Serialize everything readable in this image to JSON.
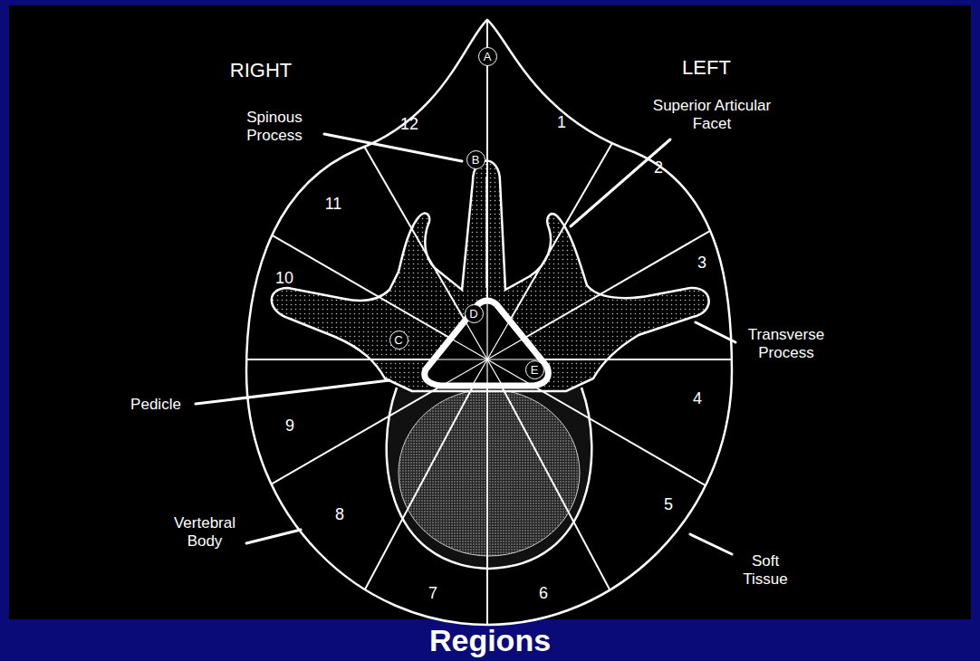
{
  "diagram": {
    "caption": "Regions",
    "nodes": [
      {
        "text": [
          "A"
        ]
      },
      {
        "text": [
          "B"
        ]
      },
      {
        "text": [
          "D"
        ]
      },
      {
        "text": [
          "C"
        ]
      },
      {
        "text": [
          "E"
        ]
      }
    ],
    "labels": [
      "RIGHT",
      "LEFT",
      "Spinous Process",
      "Superior Articular Facet",
      "Transverse Process",
      "Pedicle",
      "Vertebral Body",
      "Soft Tissue",
      "1",
      "2",
      "3",
      "4",
      "5",
      "6",
      "7",
      "8",
      "9",
      "10",
      "11",
      "12"
    ]
  }
}
